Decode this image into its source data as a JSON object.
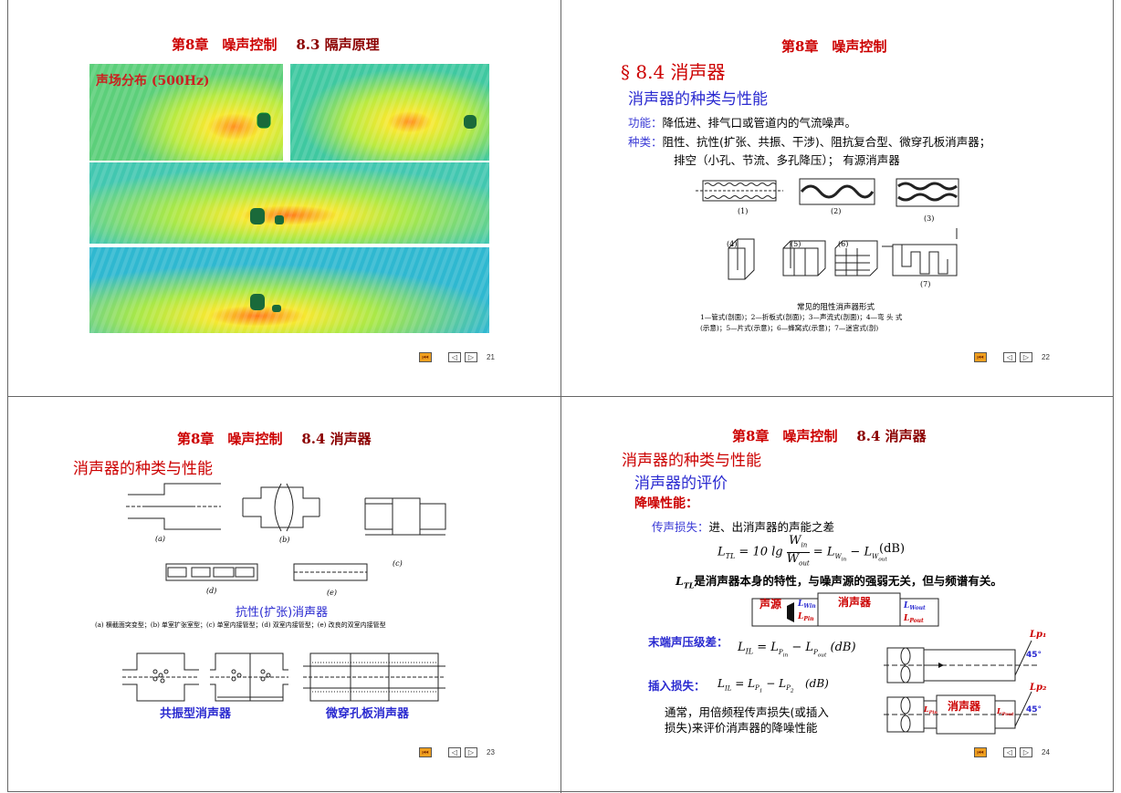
{
  "slide21": {
    "header_chapter": "第8章　噪声控制",
    "header_section": "8.3 隔声原理",
    "field_label": "声场分布 (500Hz)",
    "page": "21"
  },
  "slide22": {
    "header_chapter": "第8章　噪声控制",
    "section_title": "§ 8.4  消声器",
    "subtitle": "消声器的种类与性能",
    "function_label": "功能：",
    "function_text": "降低进、排气口或管道内的气流噪声。",
    "types_label": "种类：",
    "types_text": "阻性、抗性(扩张、共振、干涉)、阻抗复合型、微穿孔板消声器；",
    "types_text2": "排空（小孔、节流、多孔降压）；  有源消声器",
    "fig_numbers": [
      "(1)",
      "(2)",
      "(3)",
      "(4)",
      "(5)",
      "(6)",
      "(7)"
    ],
    "fig_caption": "常见的阻性消声器形式",
    "fig_legend1": "1—管式(剖面)；2—折板式(剖面)；3—声流式(剖面)；4—弯 头 式",
    "fig_legend2": "(示意)；5—片式(示意)；6—蜂窝式(示意)；7—迷宫式(剖)",
    "page": "22"
  },
  "slide23": {
    "header_chapter": "第8章　噪声控制",
    "header_section": "8.4  消声器",
    "subtitle": "消声器的种类与性能",
    "reactive_caption": "抗性(扩张)消声器",
    "reactive_legend": "(a) 横截面突变型；(b) 单室扩张室型；(c) 单室内接管型；(d) 双室内接管型；(e) 改良的双室内接管型",
    "fig_letters": [
      "(a)",
      "(b)",
      "(c)",
      "(d)",
      "(e)"
    ],
    "resonant_caption": "共振型消声器",
    "microperf_caption": "微穿孔板消声器",
    "page": "23"
  },
  "slide24": {
    "header_chapter": "第8章　噪声控制",
    "header_section": "8.4  消声器",
    "title": "消声器的种类与性能",
    "subtitle": "消声器的评价",
    "perf_label": "降噪性能：",
    "tl_label": "传声损失：",
    "tl_text": "进、出消声器的声能之差",
    "tl_unit": "(dB)",
    "tl_note": "是消声器本身的特性，与噪声源的强弱无关，但与频谱有关。",
    "tl_note_symbol": "LTL",
    "diagram_source": "声源",
    "diagram_muffler": "消声器",
    "nr_label": "末端声压级差：",
    "il_label": "插入损失：",
    "il_unit": "(dB)",
    "bottom_text1": "通常，用倍频程传声损失(或插入",
    "bottom_text2": "损失)来评价消声器的降噪性能",
    "lp1": "Lp₁",
    "lp2": "Lp₂",
    "angle": "45°",
    "page": "24"
  },
  "colors": {
    "header_red": "#cc0000",
    "title_blue": "#2a2ad0",
    "nav_orange": "#f0a020"
  }
}
